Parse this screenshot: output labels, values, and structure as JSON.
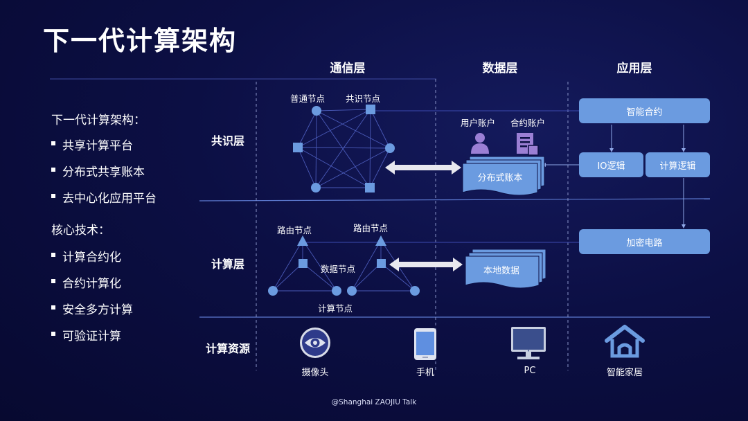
{
  "title": "下一代计算架构",
  "columns": [
    "通信层",
    "数据层",
    "应用层"
  ],
  "rows": [
    "共识层",
    "计算层",
    "计算资源"
  ],
  "left_panel": {
    "heading1": "下一代计算架构：",
    "items1": [
      "共享计算平台",
      "分布式共享账本",
      "去中心化应用平台"
    ],
    "heading2": "核心技术：",
    "items2": [
      "计算合约化",
      "合约计算化",
      "安全多方计算",
      "可验证计算"
    ]
  },
  "consensus": {
    "normal_node": "普通节点",
    "consensus_node": "共识节点",
    "user_account": "用户账户",
    "contract_account": "合约账户",
    "ledger": "分布式账本"
  },
  "compute": {
    "routing_node_1": "路由节点",
    "routing_node_2": "路由节点",
    "data_node": "数据节点",
    "compute_node": "计算节点",
    "local_data": "本地数据"
  },
  "app": {
    "smart_contract": "智能合约",
    "io_logic": "IO逻辑",
    "compute_logic": "计算逻辑",
    "crypto_circuit": "加密电路"
  },
  "devices": [
    "摄像头",
    "手机",
    "PC",
    "智能家居"
  ],
  "footer": "@Shanghai ZAOJIU Talk",
  "colors": {
    "background": "#0c0f44",
    "node_blue": "#6b9be0",
    "line": "#3c4ab0",
    "purple": "#9b7fd4"
  }
}
